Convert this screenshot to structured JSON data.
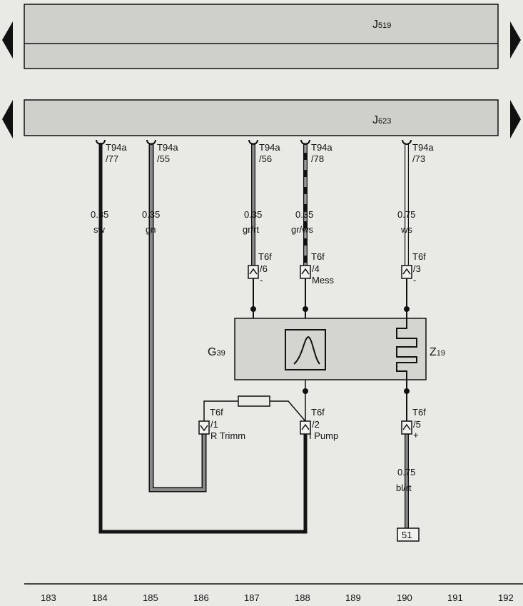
{
  "modules": {
    "j519": {
      "name": "J",
      "sub": "519"
    },
    "j623": {
      "name": "J",
      "sub": "623"
    }
  },
  "wires": [
    {
      "id": "w77",
      "pin": "T94a",
      "pin_no": "/77",
      "size": "0.35",
      "color": "sw"
    },
    {
      "id": "w55",
      "pin": "T94a",
      "pin_no": "/55",
      "size": "0.35",
      "color": "gn"
    },
    {
      "id": "w56",
      "pin": "T94a",
      "pin_no": "/56",
      "size": "0.35",
      "color": "gr/rt"
    },
    {
      "id": "w78",
      "pin": "T94a",
      "pin_no": "/78",
      "size": "0.35",
      "color": "gr/ws"
    },
    {
      "id": "w73",
      "pin": "T94a",
      "pin_no": "/73",
      "size": "0.75",
      "color": "ws"
    }
  ],
  "connectors": {
    "t6f6": {
      "name": "T6f",
      "pin": "/6",
      "mark": "-"
    },
    "t6f4": {
      "name": "T6f",
      "pin": "/4",
      "mark": "Mess"
    },
    "t6f3": {
      "name": "T6f",
      "pin": "/3",
      "mark": "-"
    },
    "t6f1": {
      "name": "T6f",
      "pin": "/1",
      "mark": "R Trimm"
    },
    "t6f2": {
      "name": "T6f",
      "pin": "/2",
      "mark": "I Pump"
    },
    "t6f5": {
      "name": "T6f",
      "pin": "/5",
      "mark": "+"
    }
  },
  "components": {
    "g39": {
      "name": "G",
      "sub": "39"
    },
    "z19": {
      "name": "Z",
      "sub": "19"
    }
  },
  "lower_wire": {
    "size": "0.75",
    "color": "bl/rt"
  },
  "terminal": "51",
  "grid": [
    "183",
    "184",
    "185",
    "186",
    "187",
    "188",
    "189",
    "190",
    "191",
    "192"
  ],
  "colors": {
    "background": "#e9e9e6",
    "module_fill": "#cfcfcc",
    "component_fill": "#d4d4d1",
    "wire_black": "#141414",
    "wire_gray": "#8a8a8a"
  }
}
